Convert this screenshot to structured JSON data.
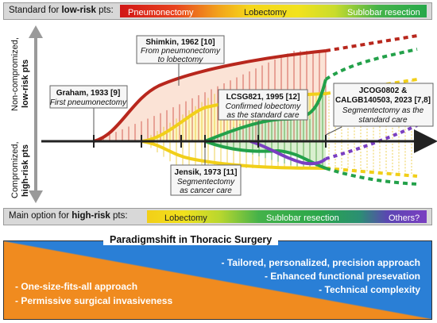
{
  "top_bar": {
    "label_prefix": "Standard for ",
    "label_bold": "low-risk",
    "label_suffix": " pts:",
    "segments": [
      "Pneumonectomy",
      "Lobectomy",
      "Sublobar resection"
    ]
  },
  "axis": {
    "upper_label_line1": "Non-compromized,",
    "upper_label_line2": "low-risk pts",
    "lower_label_line1": "Compromized,",
    "lower_label_line2": "high-risk pts"
  },
  "milestones": [
    {
      "title": "Graham, 1933 [9]",
      "subtitle": "First pneumonectomy"
    },
    {
      "title": "Shimkin, 1962 [10]",
      "subtitle_line1": "From pneumonectomy",
      "subtitle_line2": "to lobectomy"
    },
    {
      "title": "LCSG821, 1995 [12]",
      "subtitle_line1": "Confirmed lobectomy",
      "subtitle_line2": "as the standard care"
    },
    {
      "title_line1": "JCOG0802 &",
      "title_line2": "CALGB140503, 2023 [7,8]",
      "subtitle_line1": "Segmentectomy as the",
      "subtitle_line2": "standard care"
    },
    {
      "title": "Jensik, 1973 [11]",
      "subtitle_line1": "Segmentectomy",
      "subtitle_line2": "as cancer care"
    }
  ],
  "bottom_bar": {
    "label_prefix": "Main option for ",
    "label_bold": "high-risk",
    "label_suffix": " pts:",
    "segments": [
      "Lobectomy",
      "Sublobar resection",
      "Others?"
    ]
  },
  "paradigm": {
    "title": "Paradigmshift in Thoracic Surgery",
    "right_items": [
      "- Tailored, personalized, precision approach",
      "- Enhanced functional presevation",
      "- Technical complexity"
    ],
    "left_items": [
      "- One-size-fits-all approach",
      "- Permissive surgical invasiveness"
    ]
  },
  "colors": {
    "pneumonectomy": "#c0251b",
    "lobectomy": "#f2d019",
    "sublobar": "#22a24b",
    "others": "#7a3fc1",
    "paradigm_blue": "#2a7fd6",
    "paradigm_orange": "#f08b1f"
  }
}
